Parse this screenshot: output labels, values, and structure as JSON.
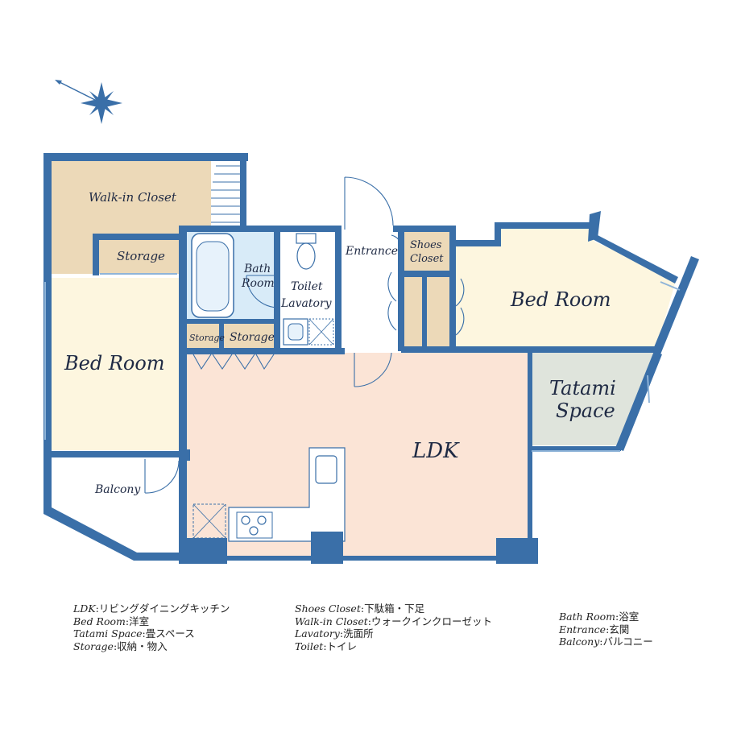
{
  "colors": {
    "wall": "#3a6fa8",
    "wall_light": "#8fb4d8",
    "bed_room": "#fdf6df",
    "closet": "#ecd9b8",
    "bath": "#d8ebf8",
    "ldk": "#fbe4d6",
    "tatami": "#dfe4dc",
    "balcony": "#ffffff"
  },
  "rooms": {
    "walk_in_closet": "Walk-in Closet",
    "storage_top": "Storage",
    "bath_line1": "Bath",
    "bath_line2": "Room",
    "toilet_line1": "Toilet",
    "toilet_line2": "Lavatory",
    "entrance": "Entrance",
    "shoes_line1": "Shoes",
    "shoes_line2": "Closet",
    "bed_room_left": "Bed Room",
    "bed_room_right": "Bed Room",
    "storage_small": "Storage",
    "storage_mid": "Storage",
    "tatami_line1": "Tatami",
    "tatami_line2": "Space",
    "ldk": "LDK",
    "balcony": "Balcony"
  },
  "legend": {
    "col1": [
      {
        "term": "LDK",
        "sep": ":",
        "desc": "リビングダイニングキッチン"
      },
      {
        "term": "Bed Room",
        "sep": ":",
        "desc": "洋室"
      },
      {
        "term": "Tatami Space",
        "sep": ":",
        "desc": "畳スペース"
      },
      {
        "term": "Storage",
        "sep": ":",
        "desc": "収納・物入"
      }
    ],
    "col2": [
      {
        "term": "Shoes Closet",
        "sep": ":",
        "desc": "下駄箱・下足"
      },
      {
        "term": "Walk-in Closet",
        "sep": ":",
        "desc": "ウォークインクローゼット"
      },
      {
        "term": "Lavatory",
        "sep": ":",
        "desc": "洗面所"
      },
      {
        "term": "Toilet",
        "sep": ":",
        "desc": "トイレ"
      }
    ],
    "col3": [
      {
        "term": "Bath Room",
        "sep": ":",
        "desc": "浴室"
      },
      {
        "term": "Entrance",
        "sep": ":",
        "desc": "玄関"
      },
      {
        "term": "Balcony",
        "sep": ":",
        "desc": "バルコニー"
      }
    ]
  }
}
